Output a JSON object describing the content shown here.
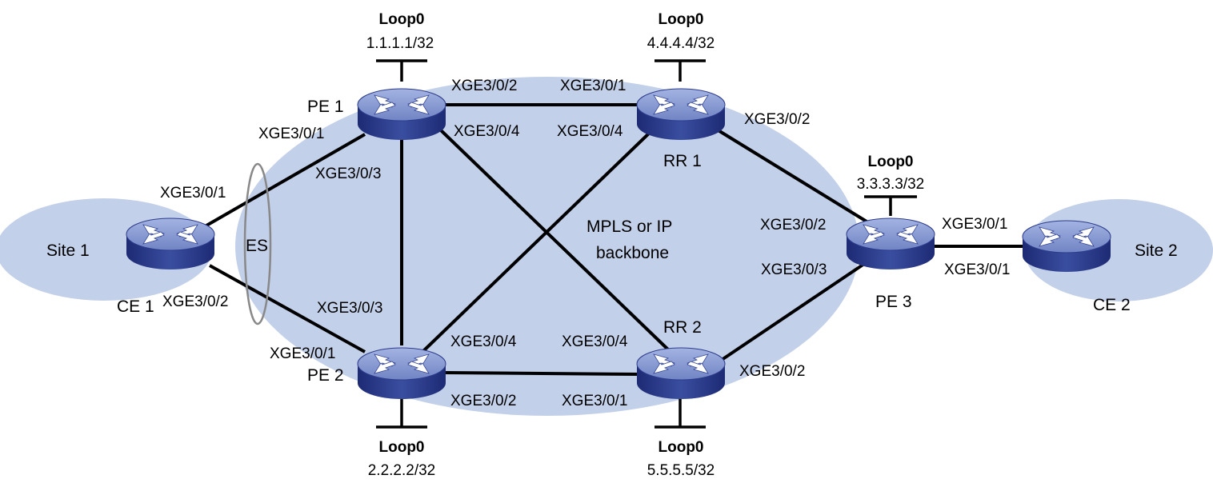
{
  "colors": {
    "area_fill": "#c3d0e9",
    "router_top": "#8296cf",
    "router_side": "#2d3c8c",
    "line": "#000000",
    "es_ring": "#888888"
  },
  "areas": {
    "backbone": [
      "MPLS or IP",
      "backbone"
    ],
    "site1": "Site 1",
    "site2": "Site 2"
  },
  "es_label": "ES",
  "devices": {
    "pe1": {
      "name": "PE 1",
      "loop_name": "Loop0",
      "loop_ip": "1.1.1.1/32"
    },
    "pe2": {
      "name": "PE 2",
      "loop_name": "Loop0",
      "loop_ip": "2.2.2.2/32"
    },
    "pe3": {
      "name": "PE 3",
      "loop_name": "Loop0",
      "loop_ip": "3.3.3.3/32"
    },
    "rr1": {
      "name": "RR 1",
      "loop_name": "Loop0",
      "loop_ip": "4.4.4.4/32"
    },
    "rr2": {
      "name": "RR 2",
      "loop_name": "Loop0",
      "loop_ip": "5.5.5.5/32"
    },
    "ce1": {
      "name": "CE 1"
    },
    "ce2": {
      "name": "CE 2"
    }
  },
  "interfaces": {
    "ce1_to_pe1": "XGE3/0/1",
    "ce1_to_pe2": "XGE3/0/2",
    "pe1_to_ce1": "XGE3/0/1",
    "pe1_to_rr1": "XGE3/0/2",
    "pe1_to_pe2": "XGE3/0/3",
    "pe1_to_rr2": "XGE3/0/4",
    "pe2_to_ce1": "XGE3/0/1",
    "pe2_to_rr2": "XGE3/0/2",
    "pe2_to_pe1": "XGE3/0/3",
    "pe2_to_rr1": "XGE3/0/4",
    "rr1_to_pe1": "XGE3/0/1",
    "rr1_to_pe3": "XGE3/0/2",
    "rr1_to_pe2": "XGE3/0/4",
    "rr2_to_pe2": "XGE3/0/1",
    "rr2_to_pe3": "XGE3/0/2",
    "rr2_to_pe1": "XGE3/0/4",
    "pe3_to_rr1": "XGE3/0/2",
    "pe3_to_rr2": "XGE3/0/3",
    "pe3_to_ce2": "XGE3/0/1",
    "ce2_to_pe3": "XGE3/0/1"
  }
}
